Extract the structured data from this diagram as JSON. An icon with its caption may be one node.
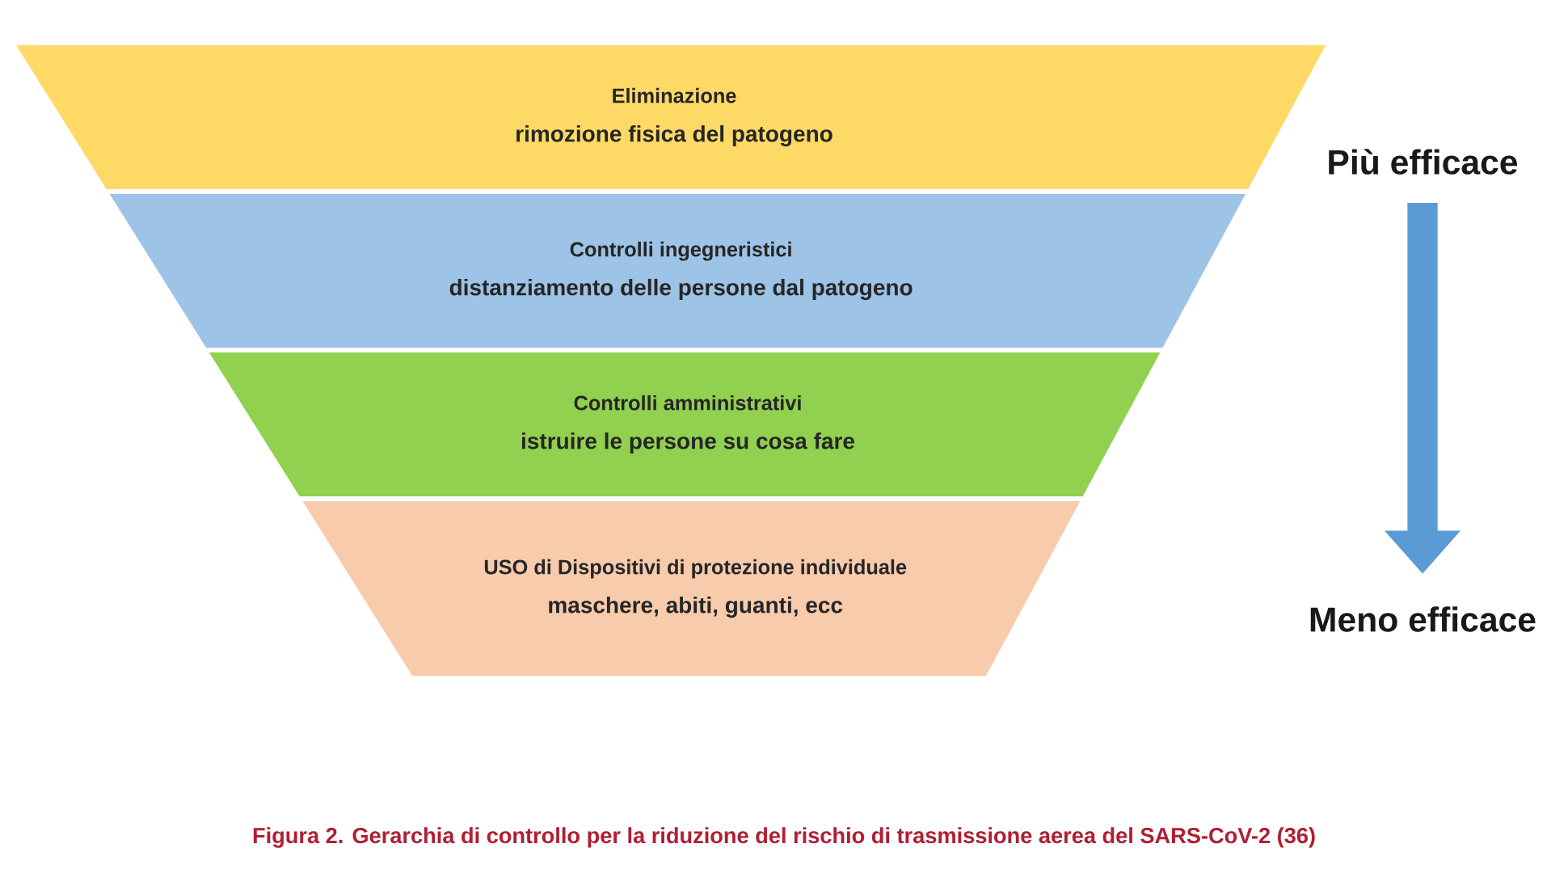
{
  "diagram": {
    "caption": "Figura 2. Gerarchia di controllo per la riduzione del rischio di trasmissione aerea del SARS-CoV-2 (36)",
    "nodes": [
      {
        "text": [
          "Eliminazione",
          "rimozione fisica del patogeno"
        ]
      },
      {
        "text": [
          "Controlli ingegneristici",
          "distanziamento delle persone dal patogeno"
        ]
      },
      {
        "text": [
          "Controlli amministrativi",
          "istruire le persone su cosa fare"
        ]
      },
      {
        "text": [
          "USO di Dispositivi di protezione individuale",
          "maschere, abiti, guanti, ecc"
        ]
      },
      {
        "text": [
          "Più efficace"
        ]
      },
      {
        "text": [
          "Meno efficace"
        ]
      }
    ],
    "edges": [
      {
        "from": 4,
        "to": 5,
        "arrow": "to"
      }
    ]
  }
}
